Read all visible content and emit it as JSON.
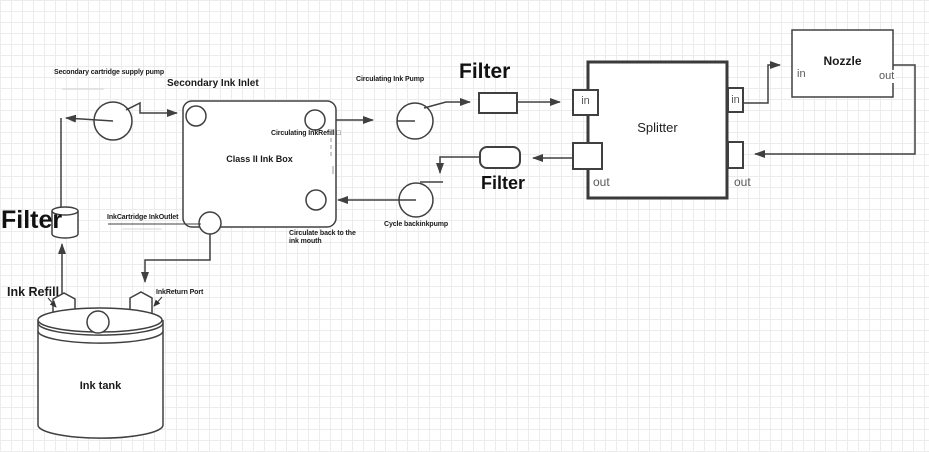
{
  "canvas": {
    "type": "flow-diagram",
    "grid": "on",
    "background": "#ffffff",
    "grid_color": "#ececec",
    "stroke_color": "#404040",
    "text_color": "#1a1a1a",
    "port_text_color": "#595959"
  },
  "labels": {
    "secondary_cartridge_supply_pump": "Secondary cartridge supply pump",
    "secondary_ink_inlet": "Secondary Ink Inlet",
    "class_ii_ink_box": "Class II Ink Box",
    "circulating_ink_refill": "Circulating InkRefill □",
    "circulating_ink_pump": "Circulating Ink Pump",
    "cycle_back_ink_pump": "Cycle backinkpump",
    "circulate_back_to_ink_mouth": "Circulate back to the ink mouth",
    "ink_cartridge_ink_outlet": "InkCartridge InkOutlet",
    "ink_return_port": "InkReturn Port",
    "ink_refill": "Ink Refill",
    "ink_tank": "Ink tank",
    "filter_top": "Filter",
    "filter_middle": "Filter",
    "filter_left": "Filter"
  },
  "splitter": {
    "title": "Splitter",
    "ports": {
      "left_in": "in",
      "left_out": "out",
      "right_in": "in",
      "right_out": "out"
    }
  },
  "nozzle": {
    "title": "Nozzle",
    "ports": {
      "in": "in",
      "out": "out"
    }
  }
}
